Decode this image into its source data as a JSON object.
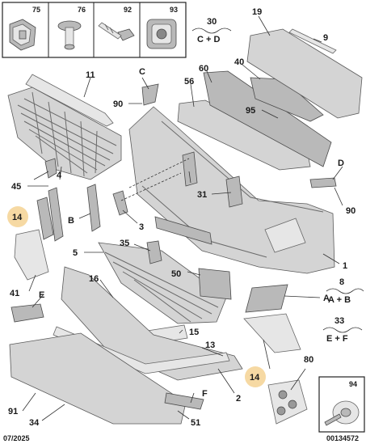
{
  "fastener_box": {
    "labels": [
      "75",
      "76",
      "92",
      "93"
    ]
  },
  "screw_box": {
    "label": "94"
  },
  "callouts": {
    "c1": "1",
    "c2": "2",
    "c3": "3",
    "c4": "4",
    "c5": "5",
    "c8": "8",
    "c9": "9",
    "c11": "11",
    "c13": "13",
    "c14a": "14",
    "c14b": "14",
    "c15": "15",
    "c16": "16",
    "c19": "19",
    "c30": "30",
    "c31": "31",
    "c33": "33",
    "c34": "34",
    "c35": "35",
    "c40": "40",
    "c41": "41",
    "c45": "45",
    "c50": "50",
    "c51": "51",
    "c56": "56",
    "c60": "60",
    "c80": "80",
    "c90a": "90",
    "c90b": "90",
    "c91": "91",
    "c95": "95",
    "lA": "A",
    "lB": "B",
    "lC": "C",
    "lD": "D",
    "lE": "E",
    "lF": "F"
  },
  "formulas": {
    "f30": "C + D",
    "f8": "A + B",
    "f33": "E + F"
  },
  "footer": {
    "date": "07/2025",
    "ref": "00134572"
  }
}
